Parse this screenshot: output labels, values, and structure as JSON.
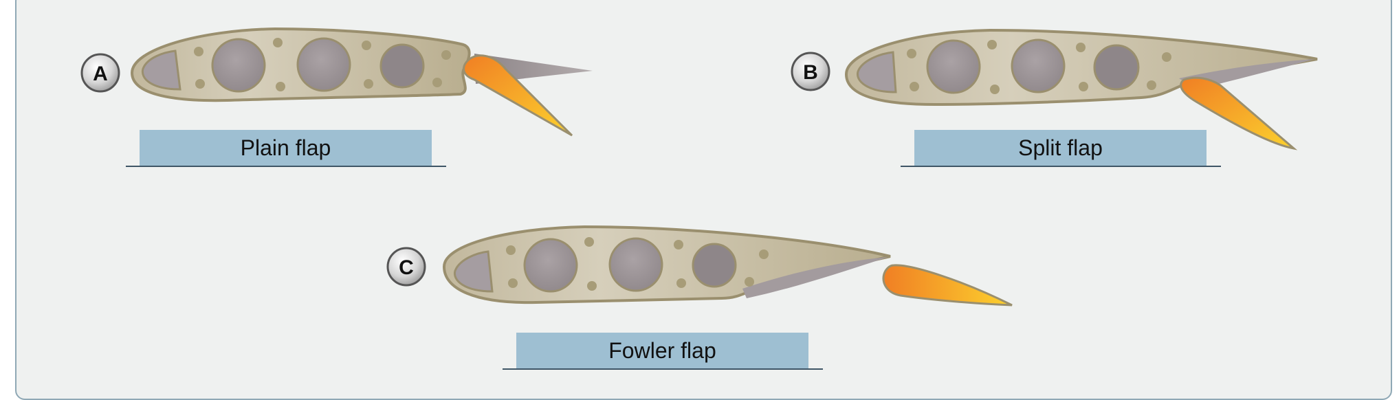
{
  "flaps": [
    {
      "letter": "A",
      "label": "Plain flap"
    },
    {
      "letter": "B",
      "label": "Split flap"
    },
    {
      "letter": "C",
      "label": "Fowler flap"
    }
  ],
  "colors": {
    "wing_fill": "#cbc3ac",
    "wing_stroke": "#9a8f6e",
    "hole_fill": "#9e969a",
    "flap_orange": "#f28a25",
    "flap_yellow": "#fbc52d",
    "label_fill": "#9ebfd2",
    "panel_bg": "#eff1f0"
  }
}
